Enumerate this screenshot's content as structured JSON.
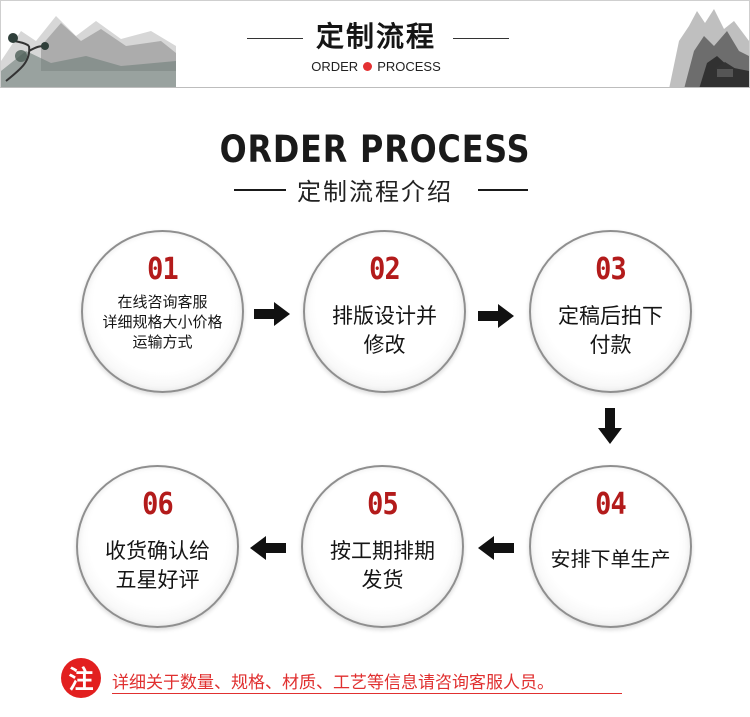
{
  "banner": {
    "title": "定制流程",
    "subtitle_left": "ORDER",
    "subtitle_right": "PROCESS"
  },
  "heading": {
    "main": "ORDER PROCESS",
    "sub": "定制流程介绍"
  },
  "colors": {
    "accent_red": "#e21f1f",
    "number_red": "#b31b1b",
    "text_dark": "#151515"
  },
  "steps": [
    {
      "number": "01",
      "lines": [
        "在线咨询客服",
        "详细规格大小价格",
        "运输方式"
      ]
    },
    {
      "number": "02",
      "lines": [
        "排版设计并",
        "修改"
      ]
    },
    {
      "number": "03",
      "lines": [
        "定稿后拍下",
        "付款"
      ]
    },
    {
      "number": "04",
      "lines": [
        "安排下单生产"
      ]
    },
    {
      "number": "05",
      "lines": [
        "按工期排期",
        "发货"
      ]
    },
    {
      "number": "06",
      "lines": [
        "收货确认给",
        "五星好评"
      ]
    }
  ],
  "icons": {
    "arrow_right": "arrow-right-icon",
    "arrow_down": "arrow-down-icon",
    "arrow_left": "arrow-left-icon"
  },
  "note": {
    "badge": "注",
    "text": "详细关于数量、规格、材质、工艺等信息请咨询客服人员。"
  }
}
